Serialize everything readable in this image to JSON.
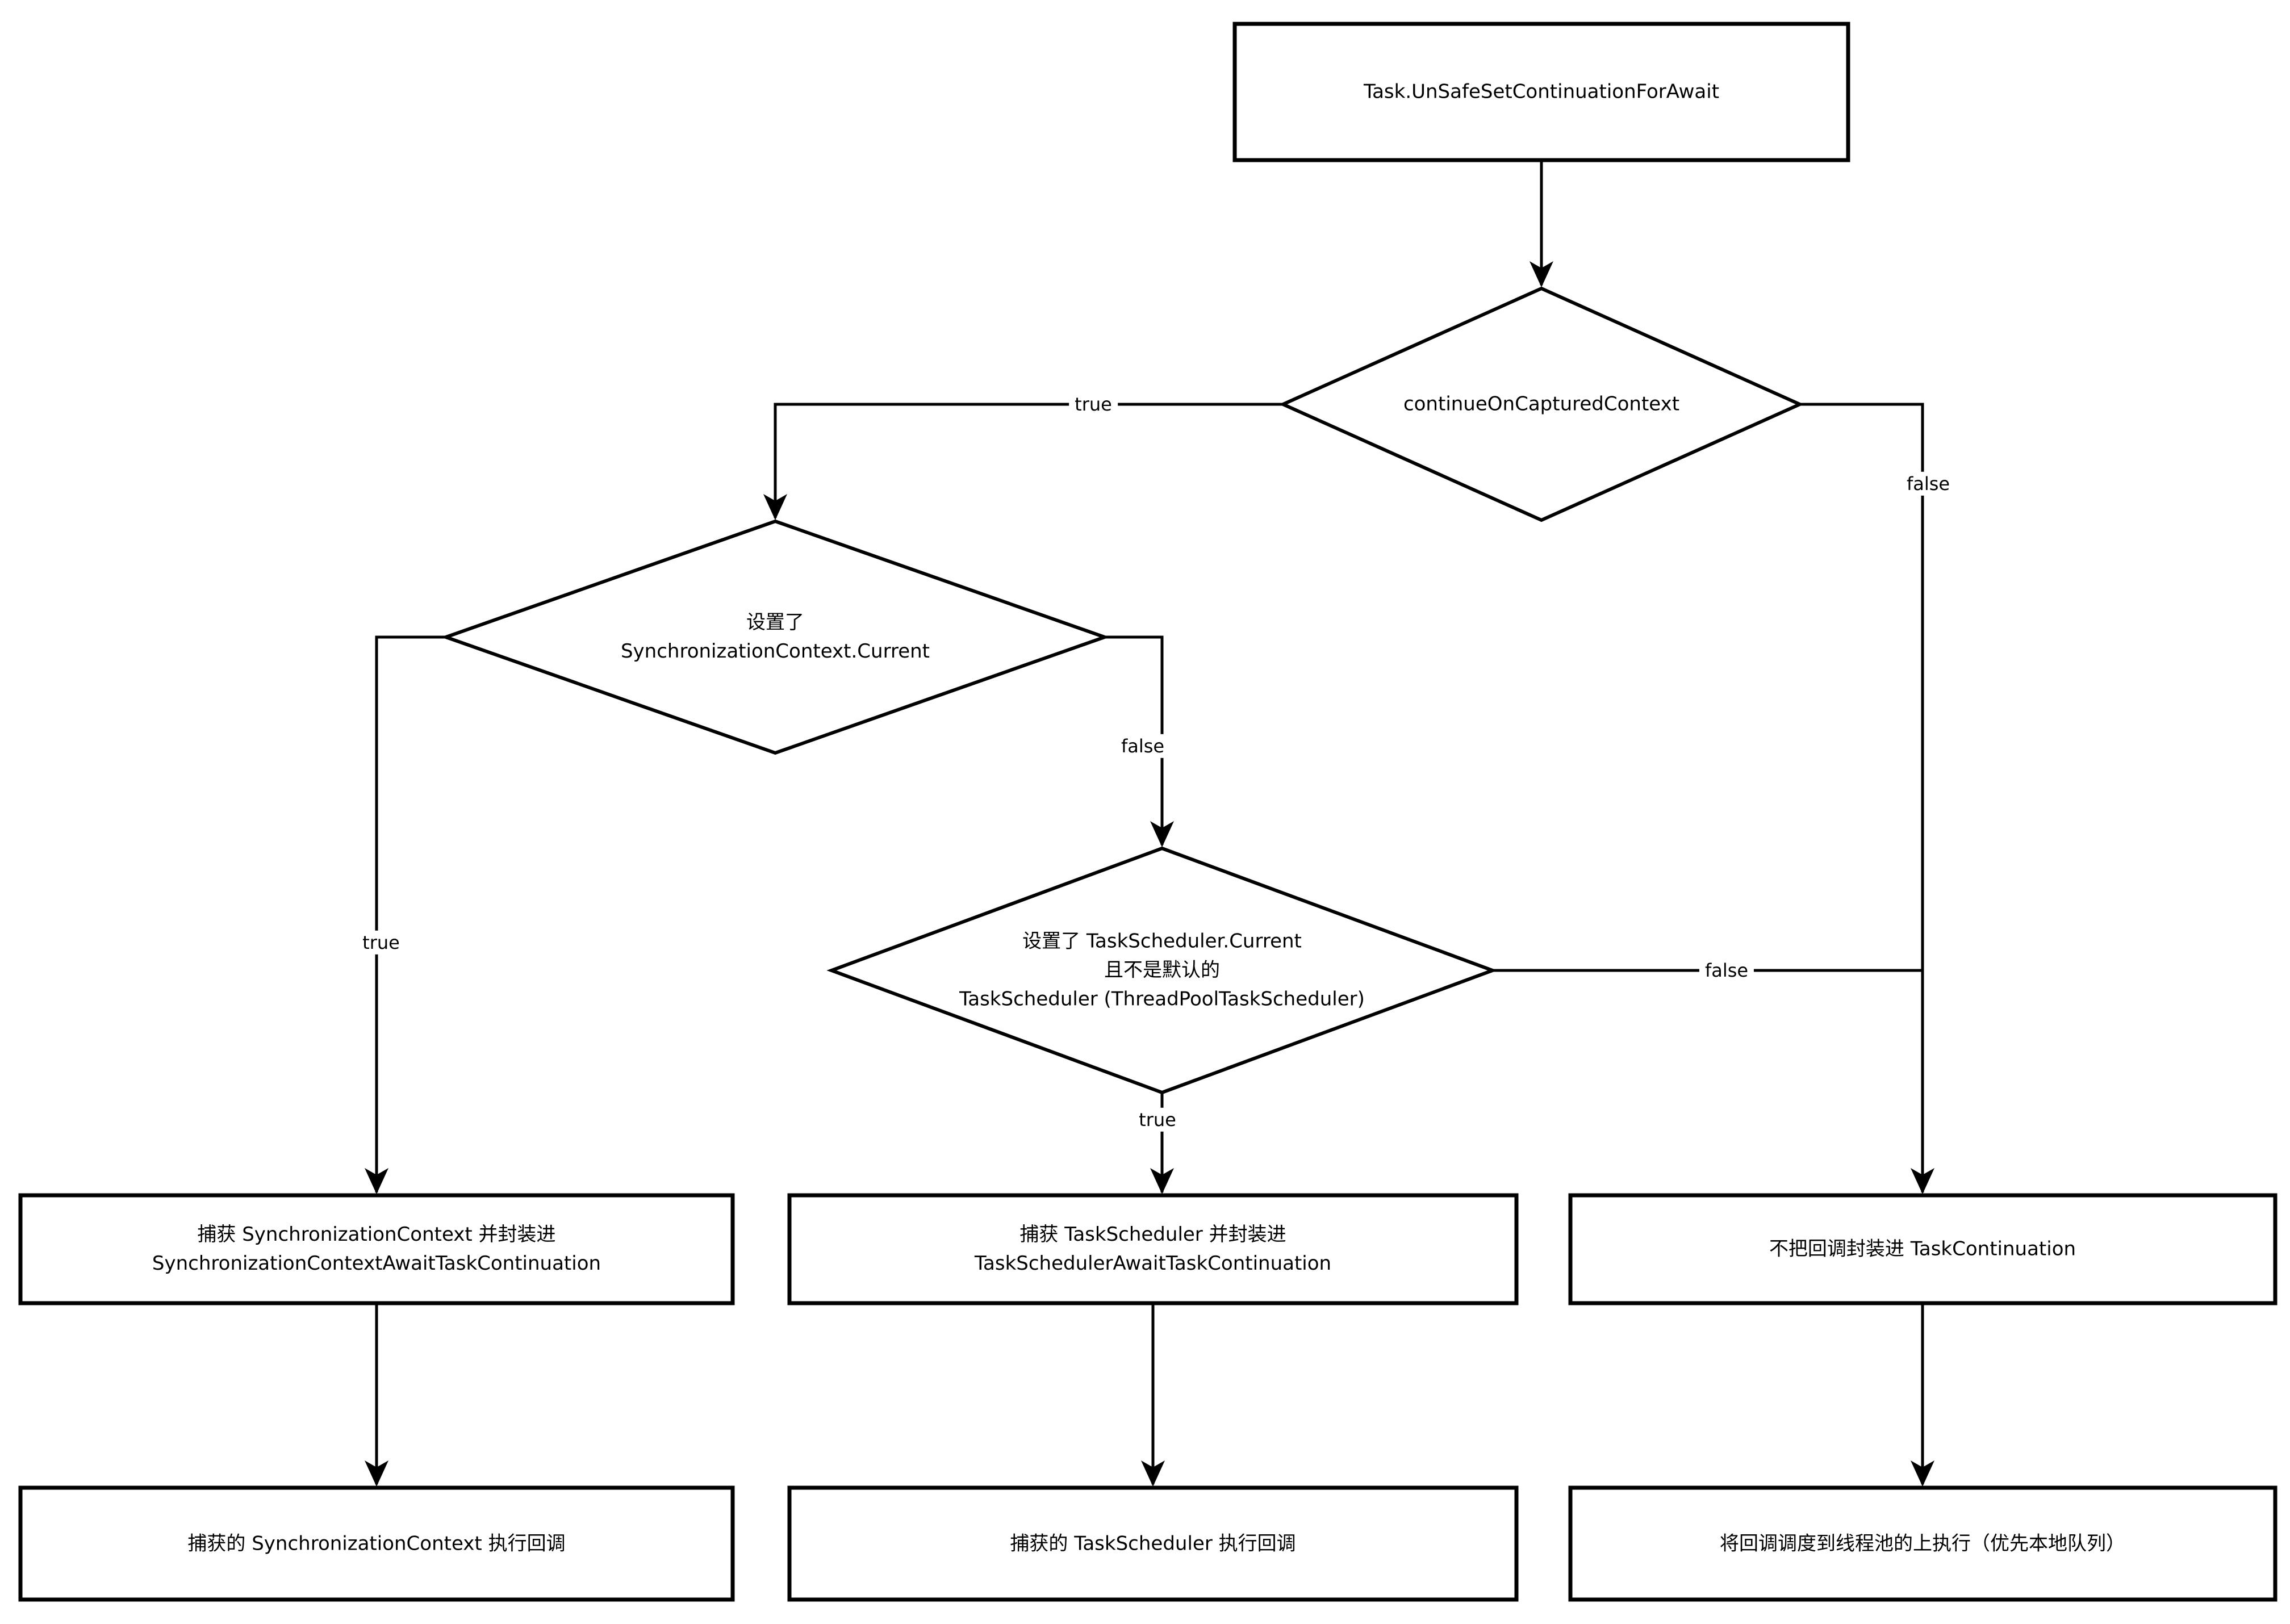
{
  "diagram": {
    "background": "#ffffff",
    "stroke_color": "#000000",
    "nodes": {
      "start": {
        "label": "Task.UnSafeSetContinuationForAwait"
      },
      "decision_captured_context": {
        "label": "continueOnCapturedContext"
      },
      "decision_sync_context": {
        "lines": [
          "设置了",
          "SynchronizationContext.Current"
        ]
      },
      "decision_task_scheduler": {
        "lines": [
          "设置了 TaskScheduler.Current",
          "且不是默认的",
          "TaskScheduler (ThreadPoolTaskScheduler)"
        ]
      },
      "action_capture_sync_context": {
        "lines": [
          "捕获 SynchronizationContext 并封装进",
          "SynchronizationContextAwaitTaskContinuation"
        ]
      },
      "action_capture_task_scheduler": {
        "lines": [
          "捕获 TaskScheduler 并封装进",
          "TaskSchedulerAwaitTaskContinuation"
        ]
      },
      "action_no_wrap": {
        "label": "不把回调封装进 TaskContinuation"
      },
      "result_sync_context": {
        "label": "捕获的 SynchronizationContext 执行回调"
      },
      "result_task_scheduler": {
        "label": "捕获的 TaskScheduler 执行回调"
      },
      "result_thread_pool": {
        "label": "将回调调度到线程池的上执行（优先本地队列）"
      }
    },
    "edge_labels": {
      "captured_true": "true",
      "captured_false": "false",
      "sync_true": "true",
      "sync_false": "false",
      "scheduler_true": "true",
      "scheduler_false": "false"
    }
  }
}
